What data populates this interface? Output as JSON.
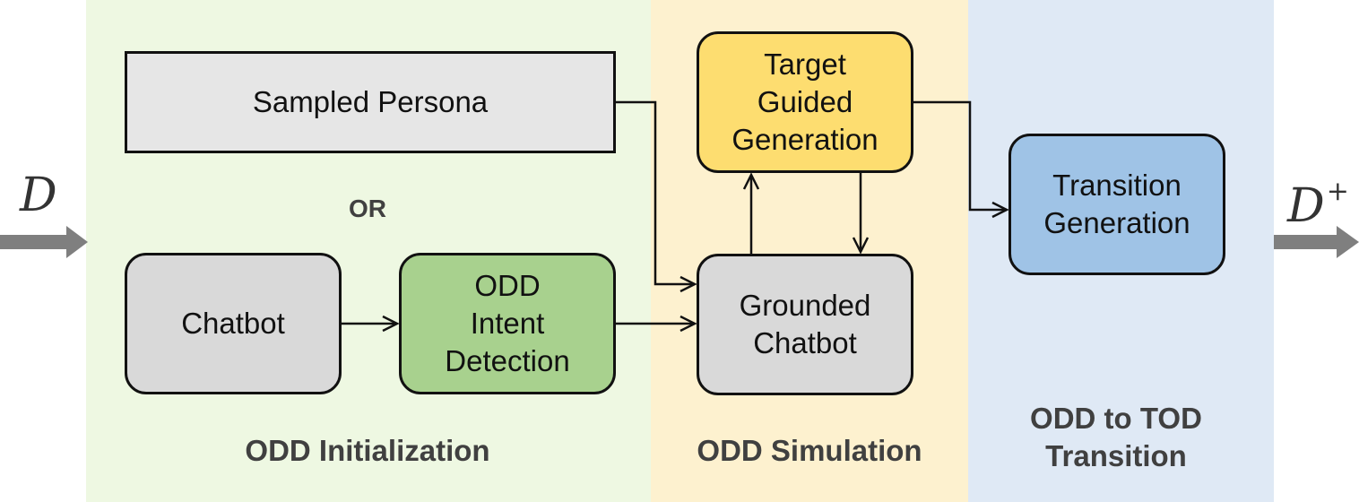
{
  "stages": {
    "init_label": "ODD Initialization",
    "sim_label": "ODD Simulation",
    "trans_label": "ODD to TOD\nTransition"
  },
  "colors": {
    "init_bg": "#eef8e2",
    "sim_bg": "#fdf1cf",
    "trans_bg": "#dfe9f5",
    "persona_fill": "#e6e6e6",
    "chatbot_fill": "#d9d9d9",
    "intent_fill": "#a8d18e",
    "target_fill": "#fddd70",
    "transition_fill": "#9fc3e6",
    "io_arrow": "#7f7f7f"
  },
  "nodes": {
    "persona": "Sampled Persona",
    "chatbot": "Chatbot",
    "intent": "ODD\nIntent\nDetection",
    "target": "Target\nGuided\nGeneration",
    "grounded": "Grounded\nChatbot",
    "transition": "Transition\nGeneration"
  },
  "or_label": "OR",
  "input_symbol": "D",
  "output_symbol": "D",
  "output_superscript": "+"
}
